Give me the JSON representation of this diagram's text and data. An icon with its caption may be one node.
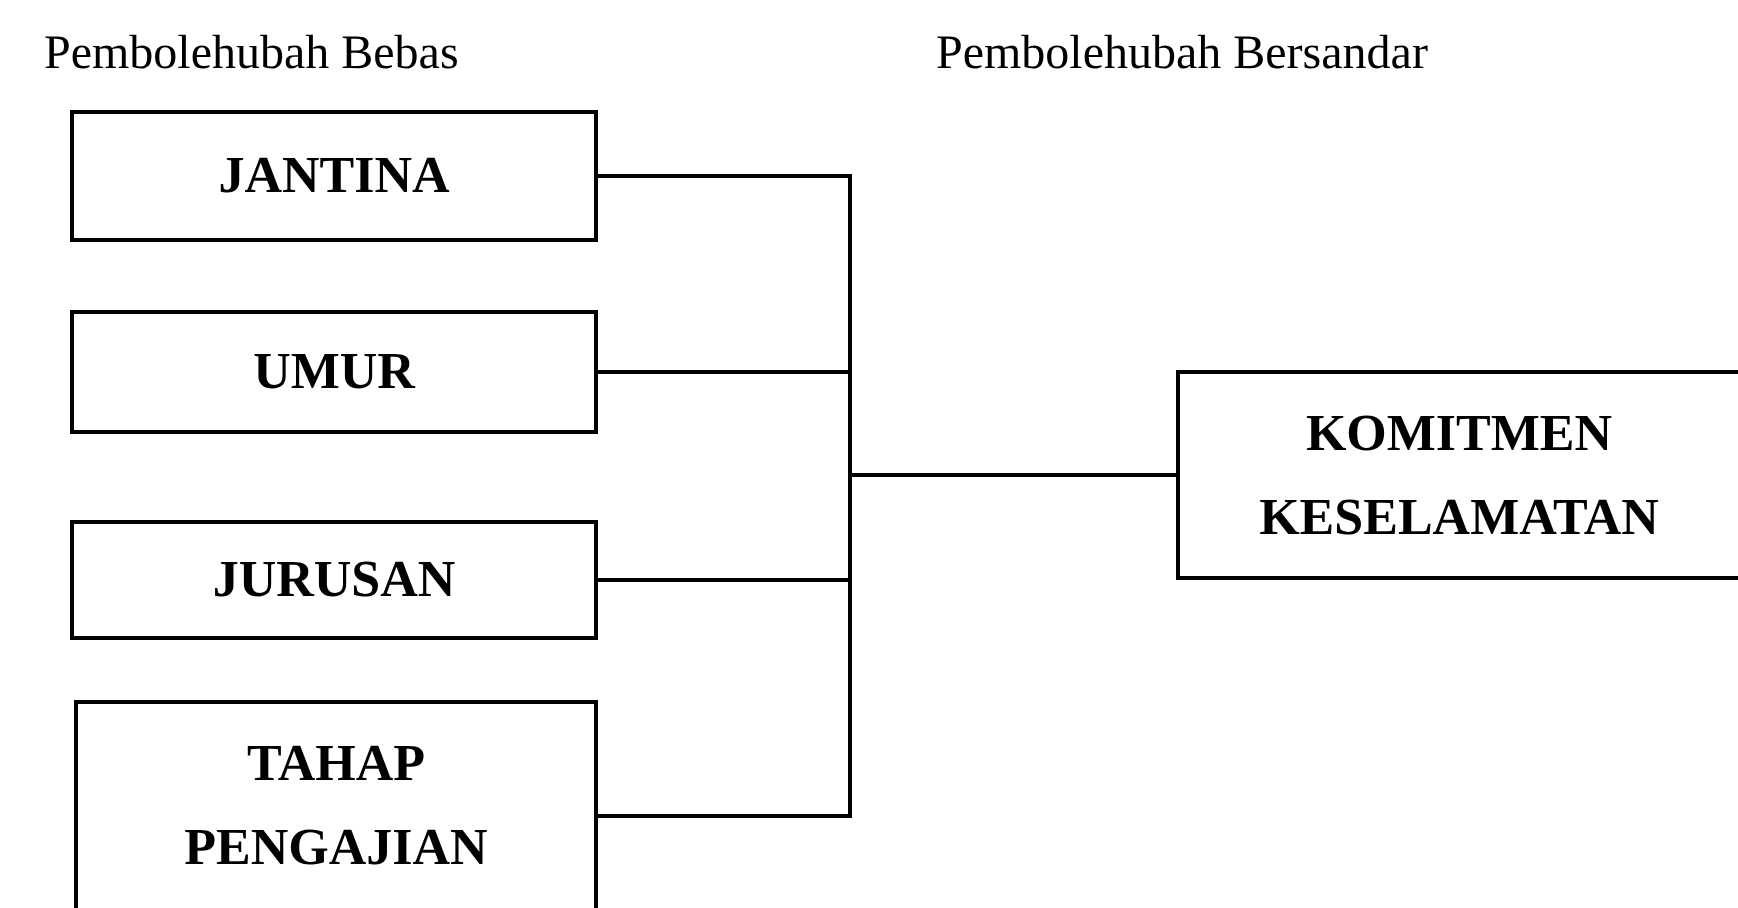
{
  "diagram": {
    "nodes": [
      {
        "text": [
          "JANTINA"
        ]
      },
      {
        "text": [
          "UMUR"
        ]
      },
      {
        "text": [
          "JURUSAN"
        ]
      },
      {
        "text": [
          "TAHAP PENGAJIAN"
        ]
      },
      {
        "text": [
          "KOMITMEN KESELAMATAN"
        ]
      }
    ],
    "edges": [
      {
        "from": 0,
        "to": 4,
        "arrow": "none"
      },
      {
        "from": 1,
        "to": 4,
        "arrow": "none"
      },
      {
        "from": 2,
        "to": 4,
        "arrow": "none"
      },
      {
        "from": 3,
        "to": 4,
        "arrow": "none"
      }
    ],
    "labels": [
      "Pembolehubah Bebas",
      "Pembolehubah Bersandar"
    ]
  }
}
